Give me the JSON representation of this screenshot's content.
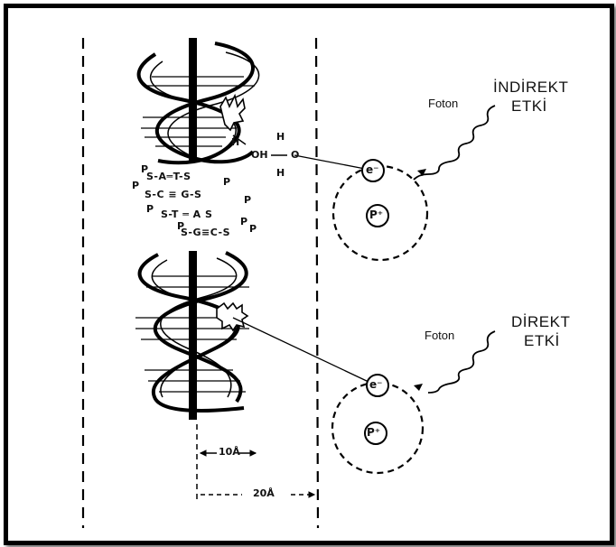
{
  "indirect": {
    "title_line1": "İNDİREKT",
    "title_line2": "ETKİ",
    "foton": "Foton",
    "electron": "e⁻",
    "proton": "P⁺"
  },
  "direct": {
    "title_line1": "DİREKT",
    "title_line2": "ETKİ",
    "foton": "Foton",
    "electron": "e⁻",
    "proton": "P⁺"
  },
  "water": {
    "h_top": "H",
    "o": "O",
    "h_bottom": "H",
    "oh": "OH",
    "arrow": "←",
    "radical_h": "H"
  },
  "base_pairs": [
    "S-A═T-S",
    "S-C ≡ G-S",
    "S-T ═ A S",
    "S-G≡C-S"
  ],
  "phosphates": [
    "P",
    "P",
    "P",
    "P",
    "P",
    "P",
    "P",
    "P"
  ],
  "dimensions": {
    "small": "10Å",
    "large": "20Å"
  }
}
